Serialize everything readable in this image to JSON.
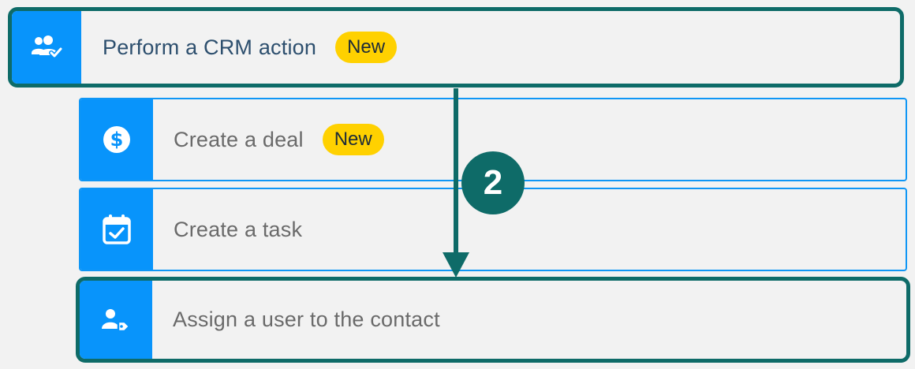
{
  "colors": {
    "accent_blue": "#0894fb",
    "highlight_teal": "#0e6b68",
    "badge_yellow": "#ffd100",
    "background": "#f2f2f2"
  },
  "items": [
    {
      "label": "Perform a CRM action",
      "badge": "New",
      "icon": "users-check-icon"
    },
    {
      "label": "Create a deal",
      "badge": "New",
      "icon": "dollar-circle-icon"
    },
    {
      "label": "Create a task",
      "icon": "calendar-check-icon"
    },
    {
      "label": "Assign a user to the contact",
      "icon": "user-tag-icon"
    }
  ],
  "annotation": {
    "step_number": "2"
  }
}
